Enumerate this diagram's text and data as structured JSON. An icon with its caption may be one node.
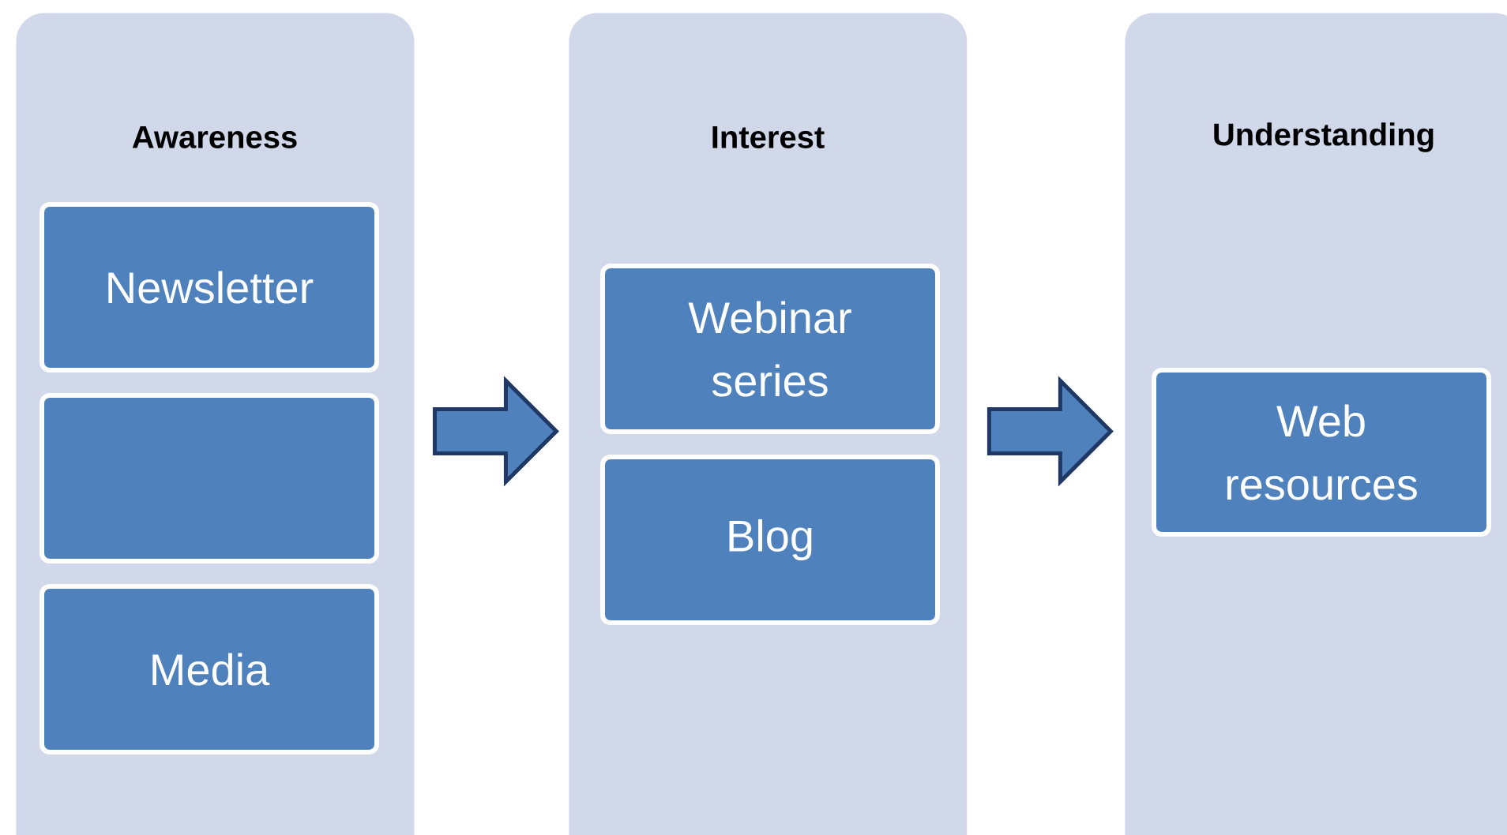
{
  "diagram": {
    "nodes": [
      {
        "text": [
          "Awareness"
        ]
      },
      {
        "text": [
          "Newsletter"
        ],
        "in": 0
      },
      {
        "text": [],
        "shape": "box",
        "in": 0
      },
      {
        "text": [
          "Media"
        ],
        "in": 0
      },
      {
        "text": [
          "Interest"
        ]
      },
      {
        "text": [
          "Webinar series"
        ],
        "in": 4
      },
      {
        "text": [
          "Blog"
        ],
        "in": 4
      },
      {
        "text": [
          "Understanding"
        ]
      },
      {
        "text": [
          "Web resources"
        ],
        "in": 7
      }
    ],
    "edges": [
      {
        "from": 0,
        "to": 4,
        "arrow": "to"
      },
      {
        "from": 4,
        "to": 7,
        "arrow": "to"
      }
    ]
  }
}
